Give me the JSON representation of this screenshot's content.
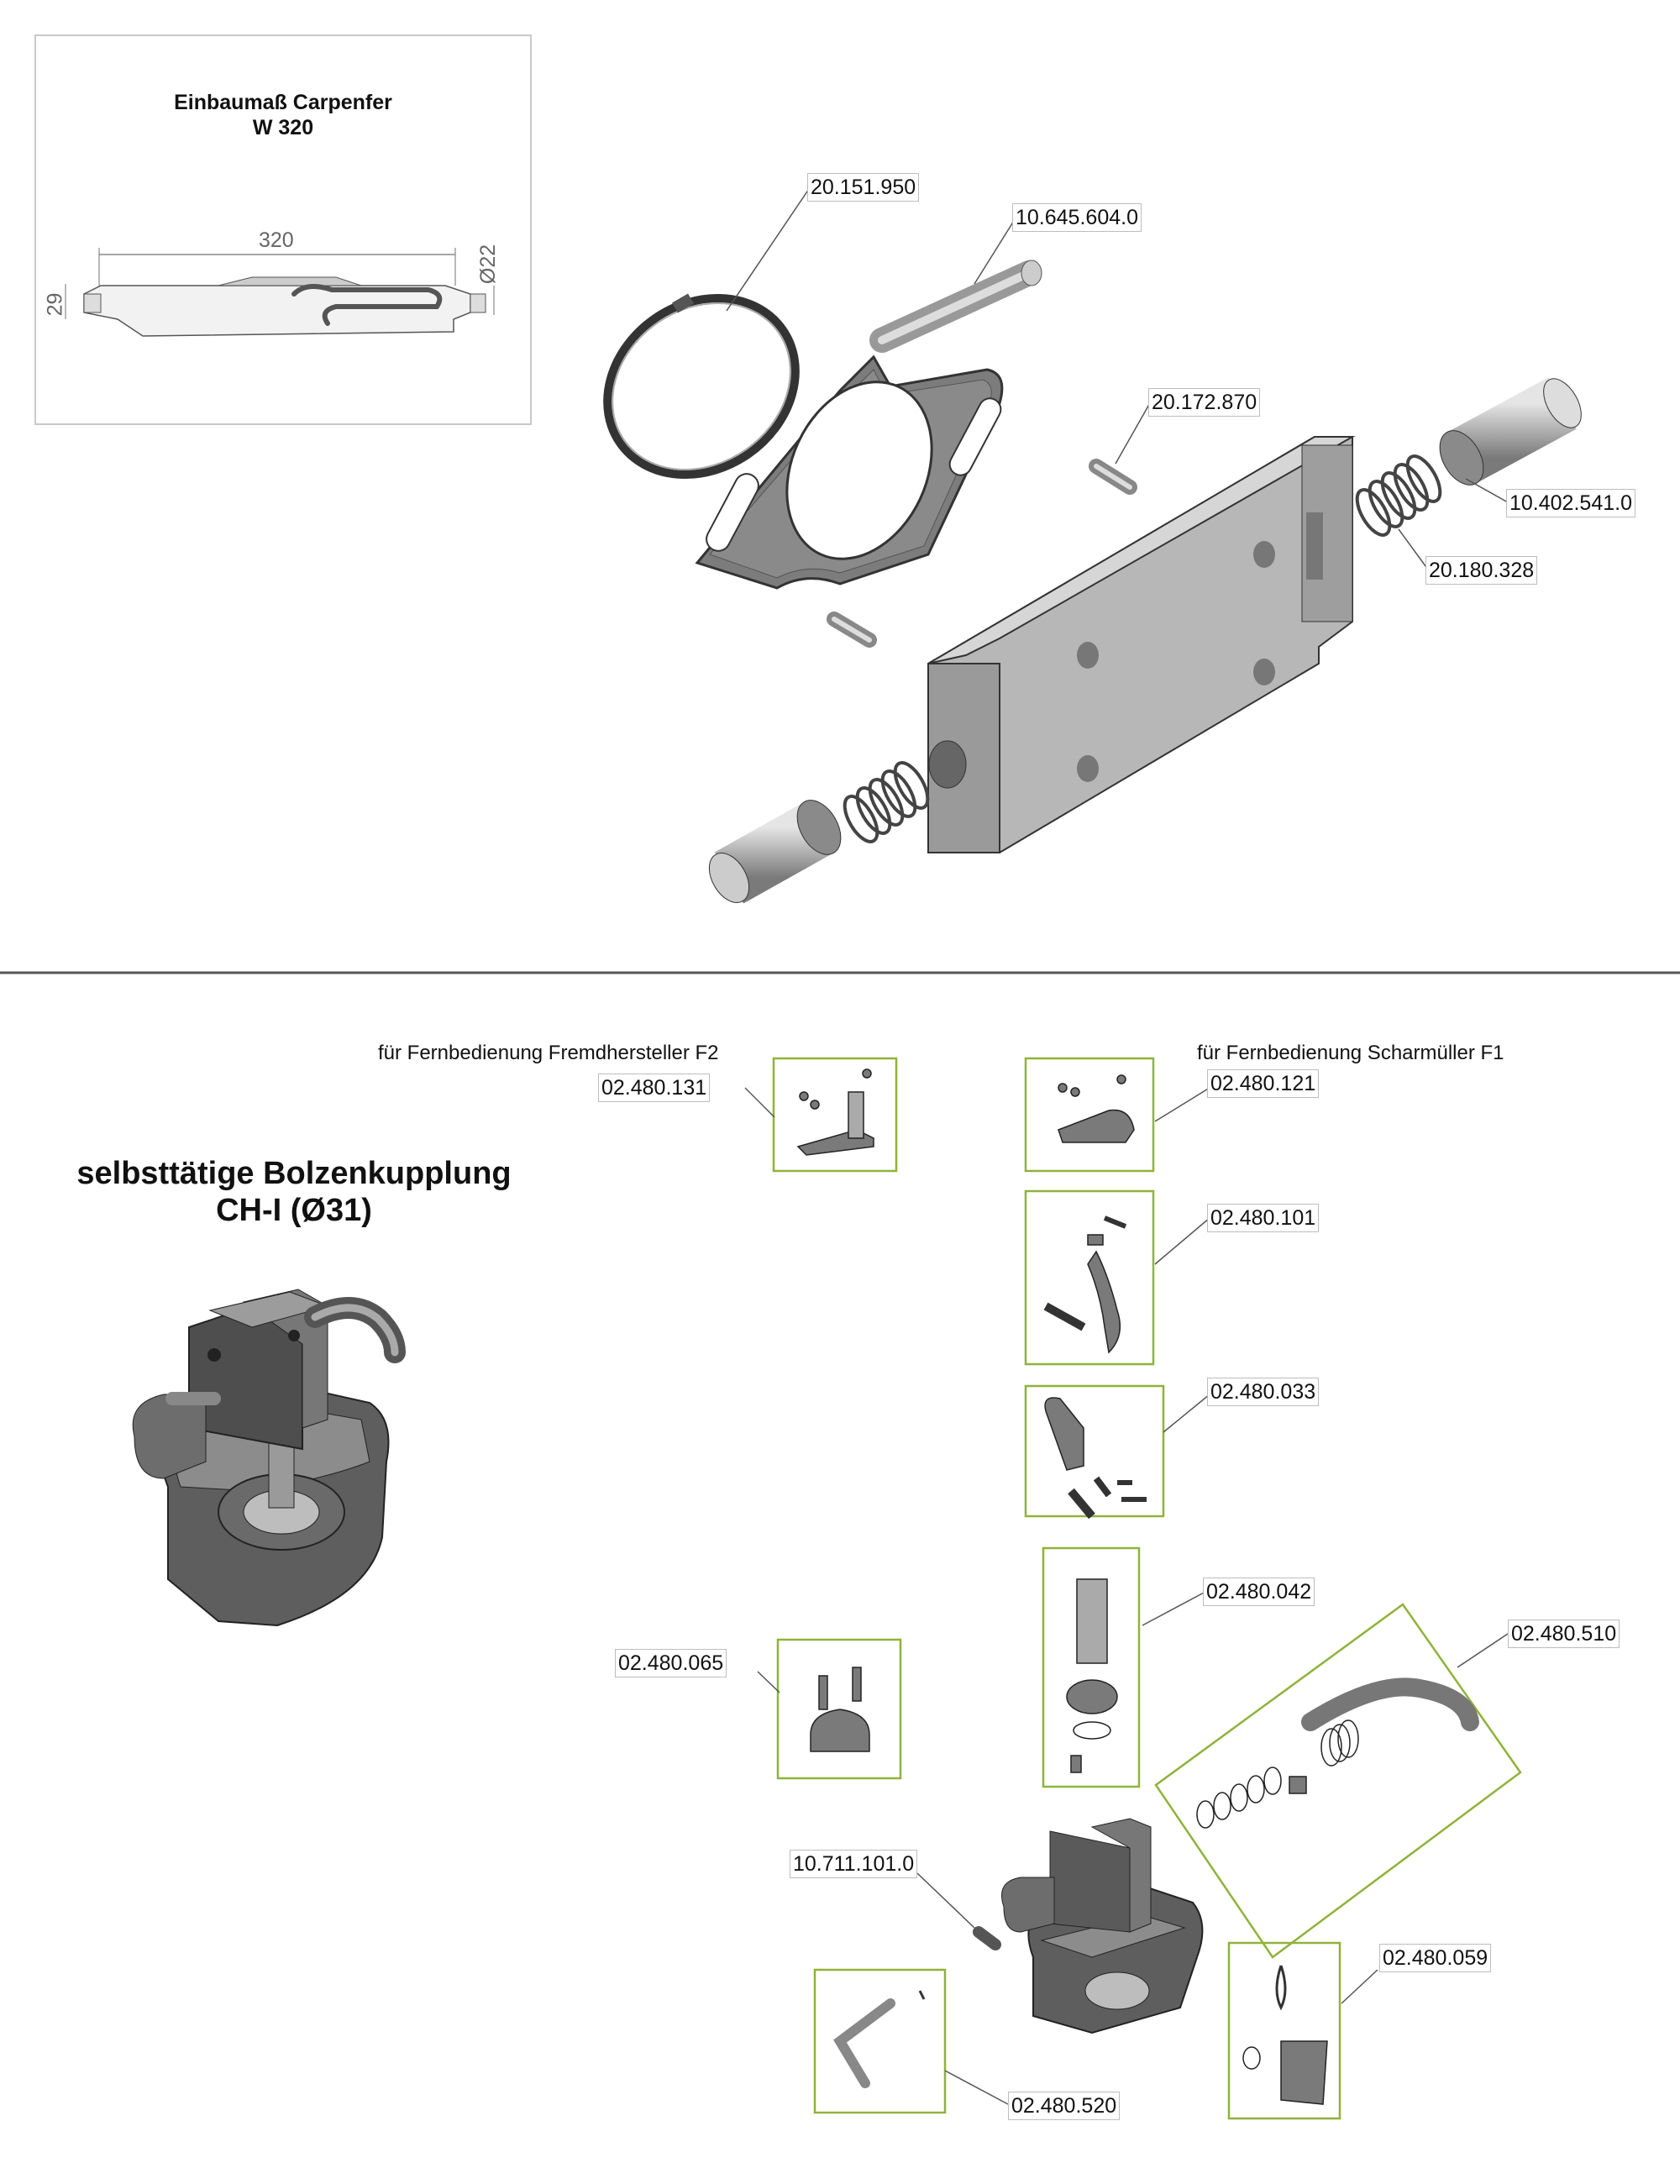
{
  "inset": {
    "title": "Einbaumaß Carpenfer",
    "subtitle": "W 320",
    "dim_length": "320",
    "dim_height": "29",
    "dim_diameter": "Ø22"
  },
  "top_parts": [
    {
      "id": "20.151.950"
    },
    {
      "id": "10.645.604.0"
    },
    {
      "id": "20.172.870"
    },
    {
      "id": "10.402.541.0"
    },
    {
      "id": "20.180.328"
    }
  ],
  "bottom": {
    "title_line1": "selbsttätige Bolzenkupplung",
    "title_line2": "CH-I (Ø31)",
    "note_f2": "für Fernbedienung Fremdhersteller F2",
    "note_f1": "für Fernbedienung Scharmüller F1",
    "parts": [
      {
        "id": "02.480.131"
      },
      {
        "id": "02.480.121"
      },
      {
        "id": "02.480.101"
      },
      {
        "id": "02.480.033"
      },
      {
        "id": "02.480.042"
      },
      {
        "id": "02.480.510"
      },
      {
        "id": "02.480.065"
      },
      {
        "id": "10.711.101.0"
      },
      {
        "id": "02.480.059"
      },
      {
        "id": "02.480.520"
      }
    ]
  },
  "colors": {
    "box_border": "#8fb33a",
    "part_fill": "#6e6e6e",
    "part_light": "#bdbdbd",
    "leader": "#555555",
    "divider": "#555555"
  }
}
